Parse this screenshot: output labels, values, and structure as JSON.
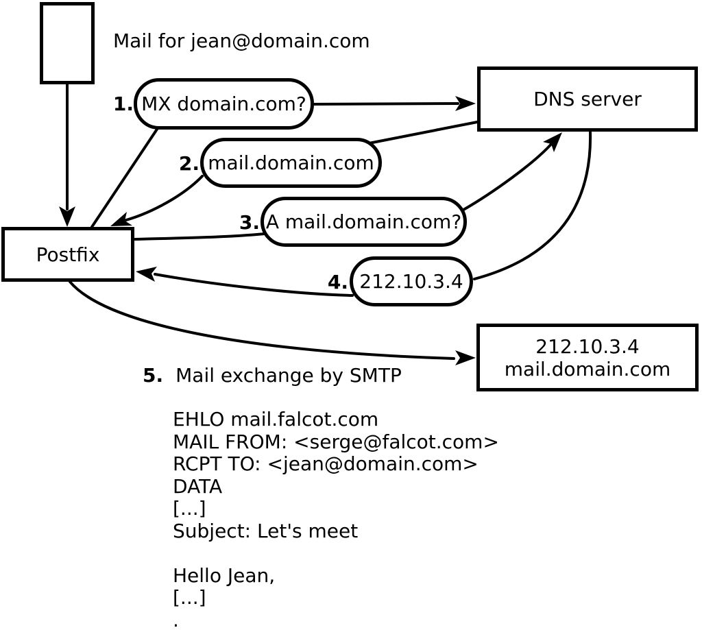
{
  "colors": {
    "line": "#000000",
    "fill": "#ffffff",
    "text": "#000000"
  },
  "title": "Mail for jean@domain.com",
  "nodes": {
    "postfix": "Postfix",
    "dns_server": "DNS server",
    "destination": {
      "lines": [
        "212.10.3.4",
        "mail.domain.com"
      ]
    }
  },
  "steps": [
    {
      "number": "1.",
      "label": "MX domain.com?"
    },
    {
      "number": "2.",
      "label": "mail.domain.com"
    },
    {
      "number": "3.",
      "label": "A mail.domain.com?"
    },
    {
      "number": "4.",
      "label": "212.10.3.4"
    },
    {
      "number": "5.",
      "label": "Mail exchange by SMTP"
    }
  ],
  "smtp_session": {
    "lines": [
      "EHLO mail.falcot.com",
      "MAIL FROM: <serge@falcot.com>",
      "RCPT TO: <jean@domain.com>",
      "DATA",
      "[...]",
      "Subject: Let's meet",
      "",
      "Hello Jean,",
      "[...]",
      "."
    ]
  }
}
